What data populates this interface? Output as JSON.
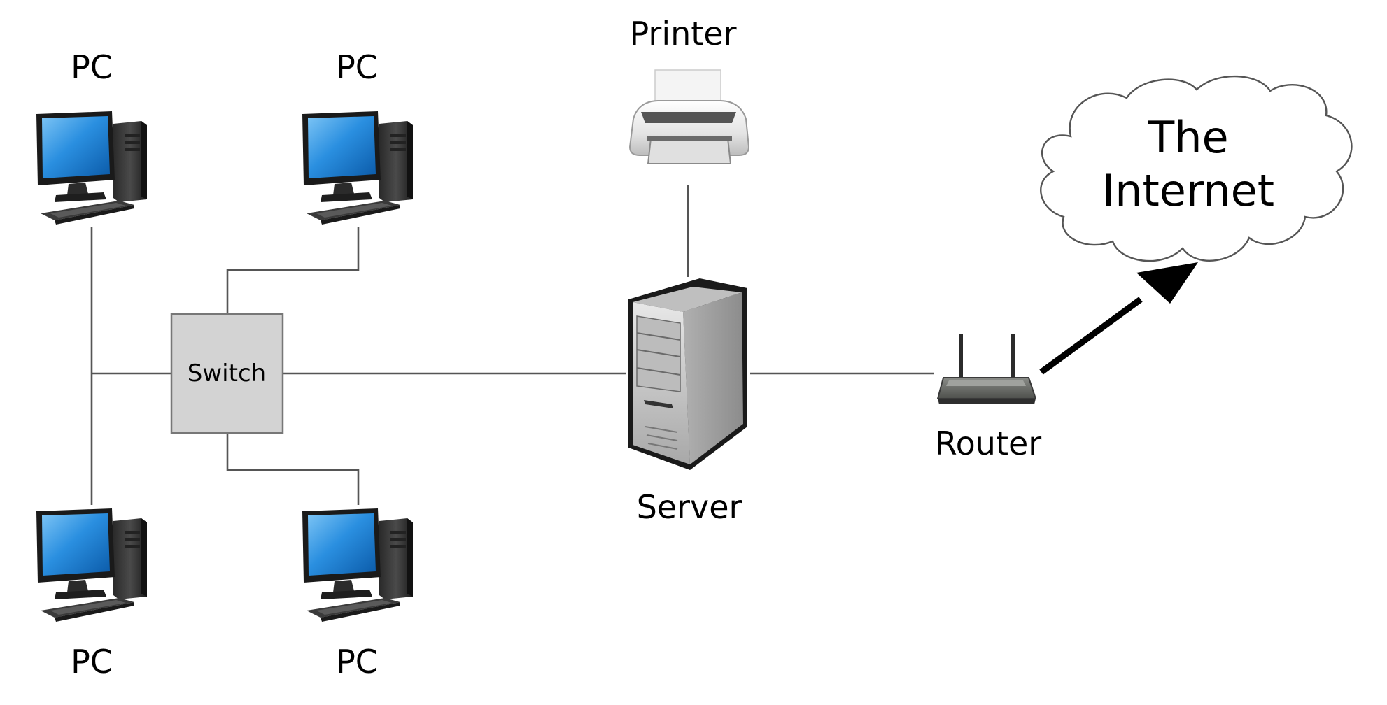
{
  "diagram": {
    "pc_top_left_label": "PC",
    "pc_top_right_label": "PC",
    "pc_bottom_left_label": "PC",
    "pc_bottom_right_label": "PC",
    "switch_label": "Switch",
    "printer_label": "Printer",
    "server_label": "Server",
    "router_label": "Router",
    "internet_line1": "The",
    "internet_line2": "Internet"
  },
  "colors": {
    "wire": "#555555",
    "screen_blue": "#1f7fd1",
    "switch_fill": "#d3d3d3",
    "server_gray": "#9a9a9a",
    "router_gray": "#6e706c"
  }
}
